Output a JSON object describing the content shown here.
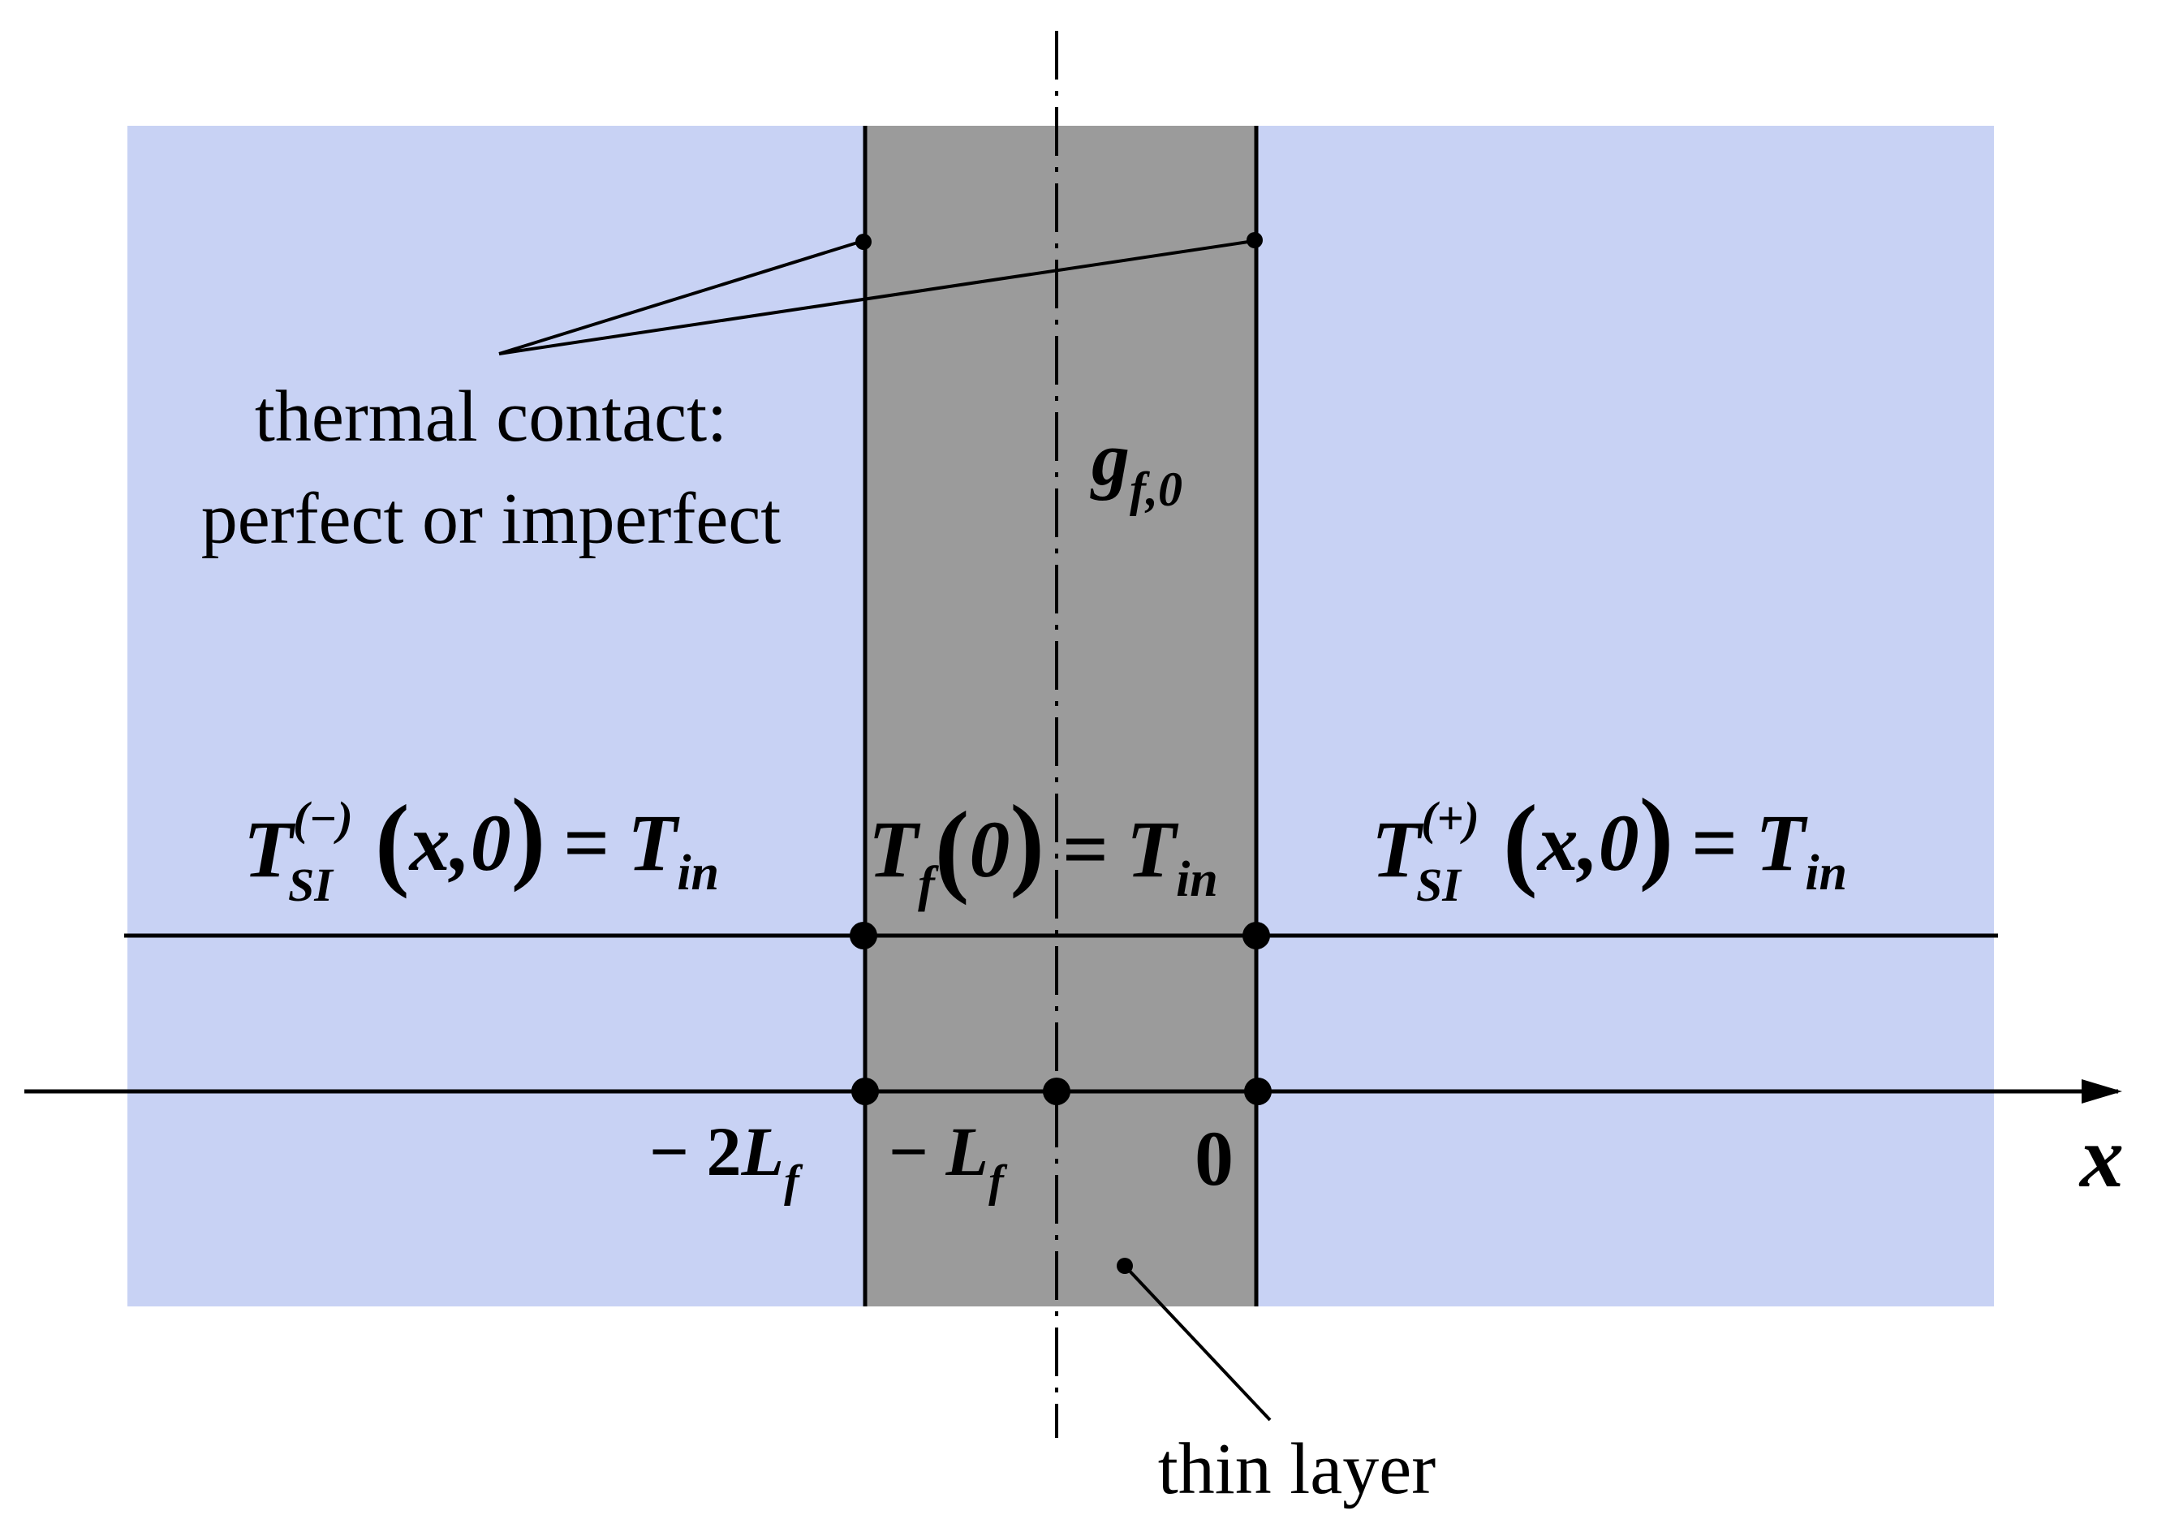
{
  "colors": {
    "substrate": "#c8d2f4",
    "layer": "#9b9b9b",
    "ink": "#000000",
    "background": "#ffffff"
  },
  "labels": {
    "thermal_contact_line1": "thermal contact:",
    "thermal_contact_line2": "perfect or imperfect",
    "thin_layer": "thin layer",
    "x_axis": "x"
  },
  "source": {
    "symbol": "g",
    "subscript": "f,0"
  },
  "equations": {
    "left": {
      "T": "T",
      "sub": "SI",
      "sup": "(−)",
      "open": "(",
      "args": "x,0",
      "close": ")",
      "eq": "=",
      "rhs": "T",
      "rhs_sub": "in"
    },
    "middle": {
      "T": "T",
      "sub": "f",
      "open": "(",
      "args": "0",
      "close": ")",
      "eq": "=",
      "rhs": "T",
      "rhs_sub": "in"
    },
    "right": {
      "T": "T",
      "sub": "SI",
      "sup": "(+)",
      "open": "(",
      "args": "x,0",
      "close": ")",
      "eq": "=",
      "rhs": "T",
      "rhs_sub": "in"
    }
  },
  "ticks": {
    "minus_2lf": {
      "prefix": "− 2",
      "symbol": "L",
      "sub": "f"
    },
    "minus_lf": {
      "prefix": "− ",
      "symbol": "L",
      "sub": "f"
    },
    "zero": "0"
  }
}
